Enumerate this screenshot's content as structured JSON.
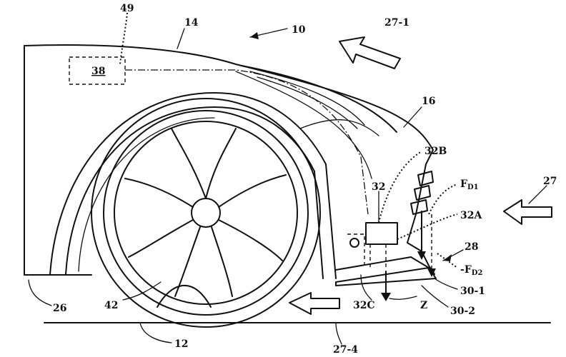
{
  "labels": {
    "l49": "49",
    "l14": "14",
    "l10": "10",
    "l27_1": "27-1",
    "l38": "38",
    "l16": "16",
    "l32B": "32B",
    "l32": "32",
    "lFD1_main": "F",
    "lFD1_sub": "D1",
    "l27": "27",
    "l32A": "32A",
    "l28": "28",
    "lFD2_main": "F",
    "lFD2_sub": "D2",
    "l30_1": "30-1",
    "l26": "26",
    "l42": "42",
    "l32C": "32C",
    "lZ": "Z",
    "l30_2": "30-2",
    "l12": "12",
    "l27_4": "27-4"
  }
}
